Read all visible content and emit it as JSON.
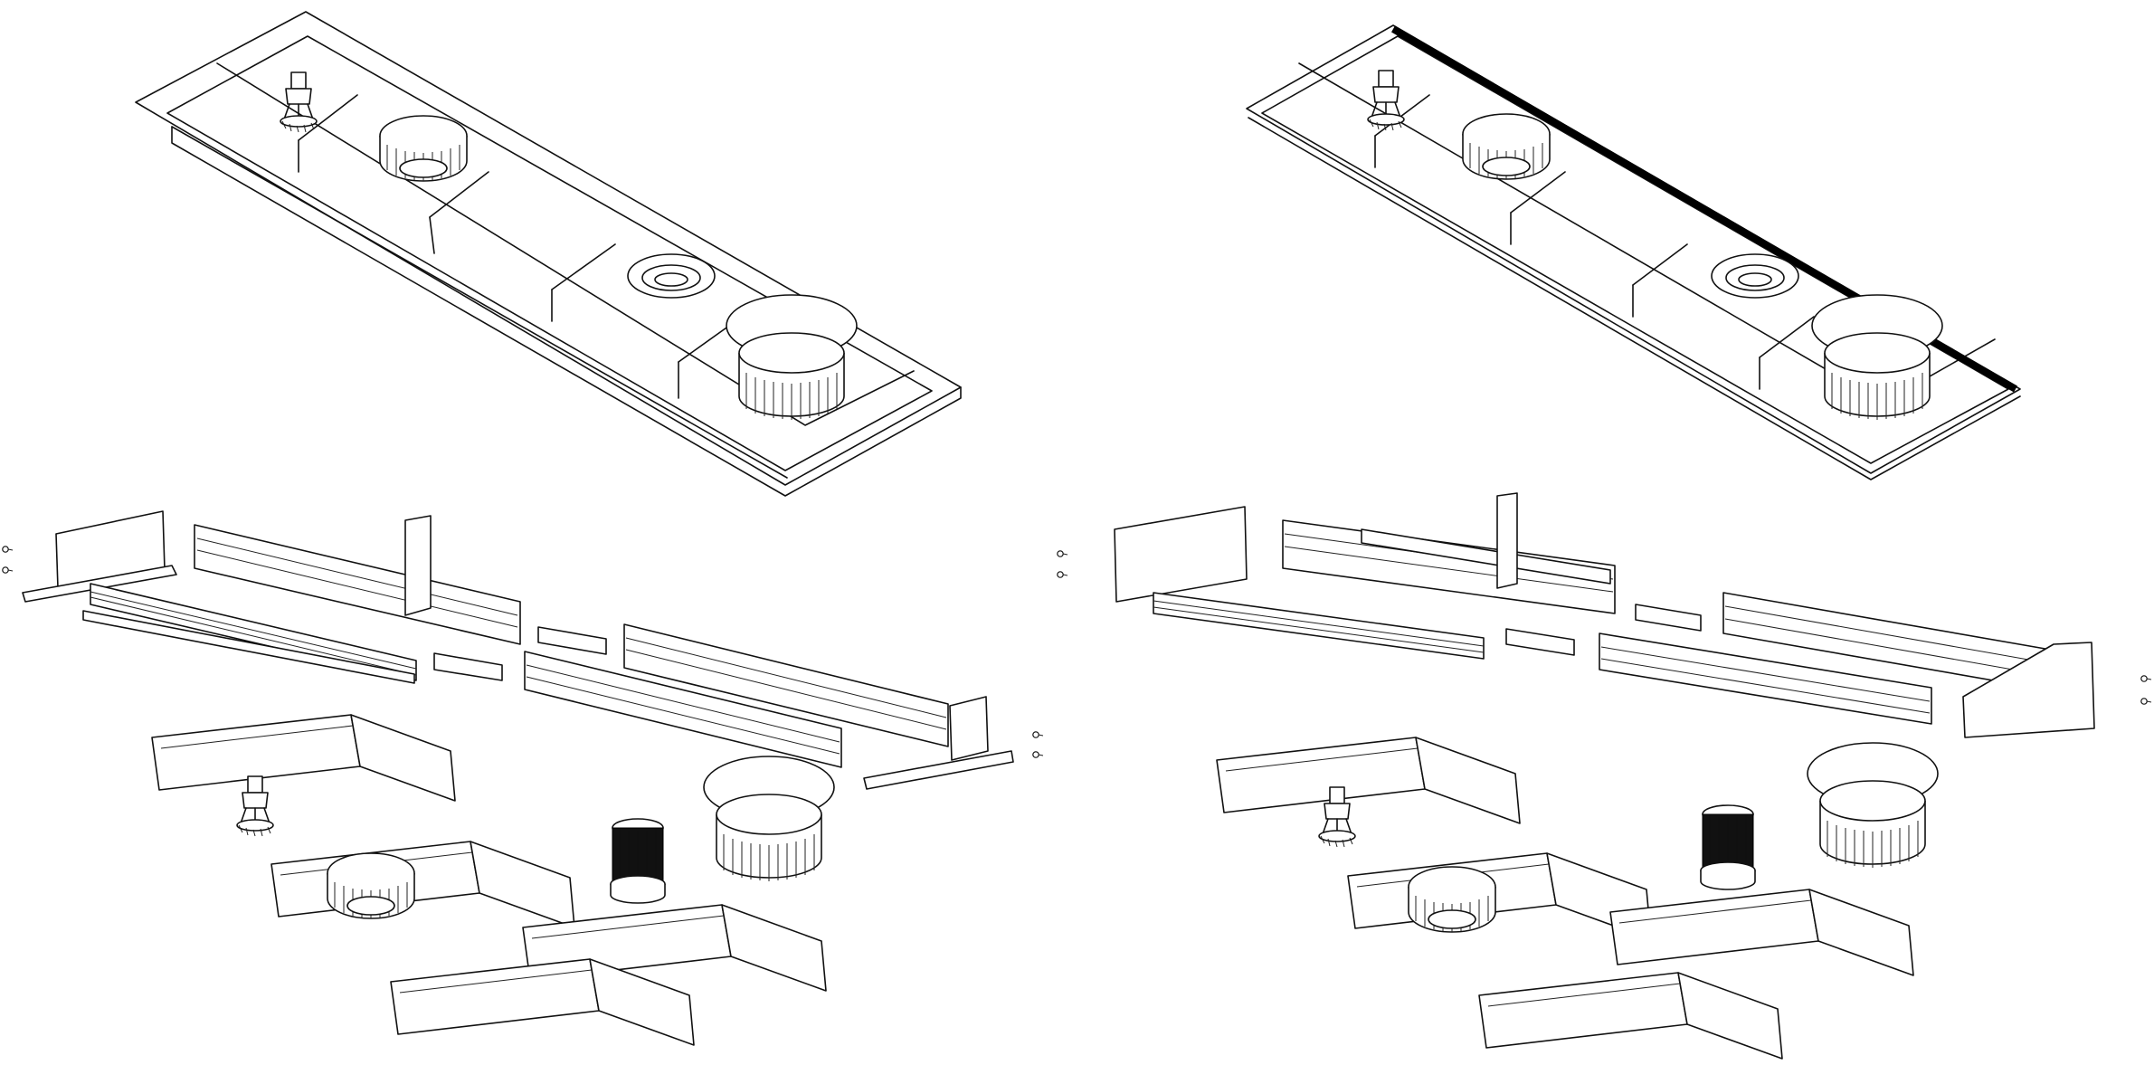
{
  "colors": {
    "line": "#111111",
    "background": "#ffffff",
    "accent_strip": "#000000"
  },
  "views": [
    {
      "id": "left",
      "variant": "standard-flange",
      "assembled": [
        "frame",
        "sprinkler-head-icon",
        "speaker-grille-icon",
        "downlight-icon",
        "diffuser-icon"
      ]
    },
    {
      "id": "right",
      "variant": "dark-edge-flange",
      "assembled": [
        "frame",
        "sprinkler-head-icon",
        "speaker-grille-icon",
        "downlight-icon",
        "diffuser-icon"
      ]
    }
  ]
}
